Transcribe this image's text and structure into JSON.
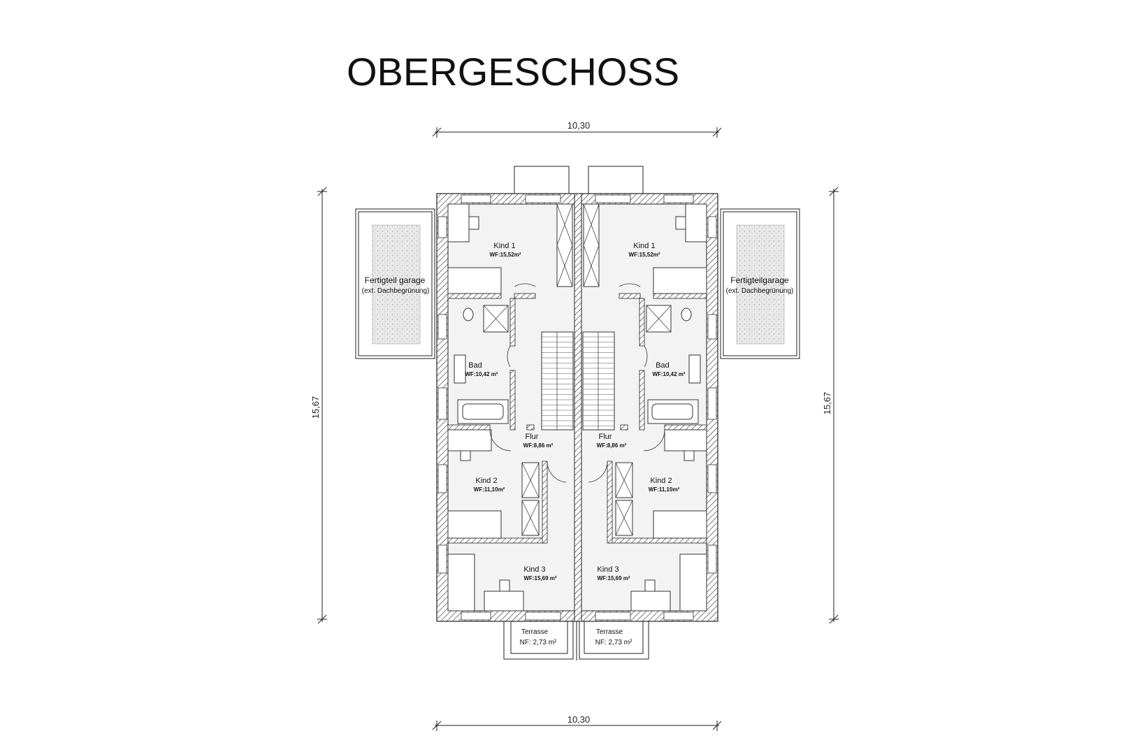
{
  "title": "OBERGESCHOSS",
  "dimensions": {
    "width_top": "10,30",
    "width_bottom": "10,30",
    "height_left": "15,67",
    "height_right": "15,67"
  },
  "garage_left": {
    "name": "Fertigteil garage",
    "note": "(ext. Dachbegrünung)"
  },
  "garage_right": {
    "name": "Fertigteilgarage",
    "note": "(ext. Dachbegrünung)"
  },
  "rooms": {
    "left": {
      "kind1": {
        "name": "Kind 1",
        "area": "WF:15,52m²"
      },
      "bad": {
        "name": "Bad",
        "area": "WF:10,42 m²"
      },
      "flur": {
        "name": "Flur",
        "area": "WF:8,86 m²"
      },
      "kind2": {
        "name": "Kind 2",
        "area": "WF:11,10m²"
      },
      "kind3": {
        "name": "Kind 3",
        "area": "WF:15,69 m²"
      }
    },
    "right": {
      "kind1": {
        "name": "Kind 1",
        "area": "WF:15,52m²"
      },
      "bad": {
        "name": "Bad",
        "area": "WF:10,42 m²"
      },
      "flur": {
        "name": "Flur",
        "area": "WF:8,86 m²"
      },
      "kind2": {
        "name": "Kind 2",
        "area": "WF:11,10m²"
      },
      "kind3": {
        "name": "Kind 3",
        "area": "WF:15,69 m²"
      }
    }
  },
  "terrace_left": {
    "name": "Terrasse",
    "area": "NF: 2,73 m²"
  },
  "terrace_right": {
    "name": "Terrasse",
    "area": "NF: 2,73 m²"
  }
}
